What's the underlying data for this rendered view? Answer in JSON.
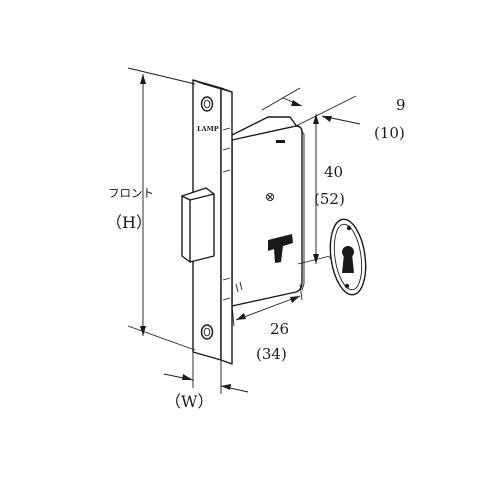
{
  "diagram": {
    "brand_mark": "LAMP",
    "labels": {
      "front": "フロント",
      "front_h": "（H）",
      "width_w": "（W）",
      "thickness": "9",
      "thickness_alt": "(10)",
      "backset_height": "40",
      "backset_height_alt": "(52)",
      "backset": "26",
      "backset_alt": "(34)"
    },
    "icons": {
      "keyhole": "keyhole-icon",
      "screw_holes": "screw-hole-icon",
      "hatch_pattern": "hatch-icon"
    }
  }
}
